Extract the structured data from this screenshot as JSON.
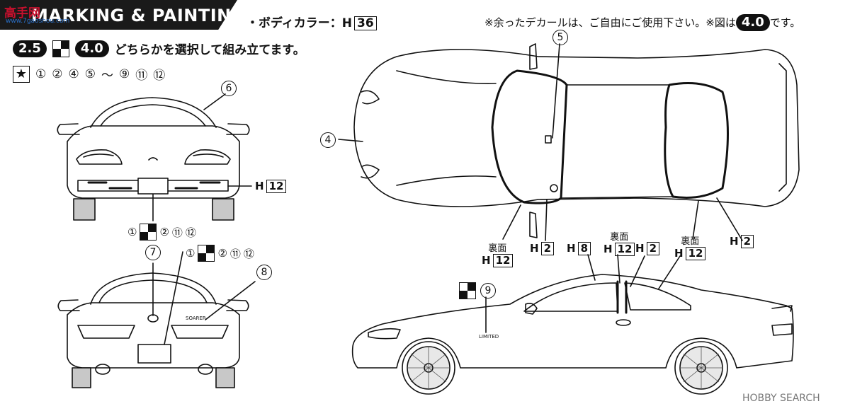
{
  "header": {
    "title": "MARKING & PAINTING",
    "logo_text": "高手网",
    "logo_sub": "www.7gaoshou.com"
  },
  "body_color": {
    "label": "・ボディカラー：H",
    "code": "36"
  },
  "note": {
    "text_before": "※余ったデカールは、ご自由にご使用下さい。※図は",
    "version": "4.0",
    "text_after": "です。"
  },
  "options": {
    "first": "2.5",
    "second": "4.0",
    "instruction": "どちらかを選択して組み立てます。"
  },
  "star_decals": [
    "①",
    "②",
    "④",
    "⑤",
    "〜",
    "⑨",
    "⑪",
    "⑫"
  ],
  "callouts": {
    "c1": "1",
    "c2": "2",
    "c4": "4",
    "c5": "5",
    "c6": "6",
    "c7": "7",
    "c8": "8",
    "c9": "9",
    "c11": "11",
    "c12": "12"
  },
  "color_labels": {
    "h": "H",
    "back": "裏面",
    "h2": "2",
    "h8": "8",
    "h12": "12"
  },
  "front_decals": [
    "①",
    "②",
    "⑪",
    "⑫"
  ],
  "rear_decals": [
    "①",
    "②",
    "⑪",
    "⑫"
  ],
  "car_text": {
    "limited": "LIMITED",
    "soarer": "SOARER"
  },
  "watermark": "HOBBY SEARCH"
}
